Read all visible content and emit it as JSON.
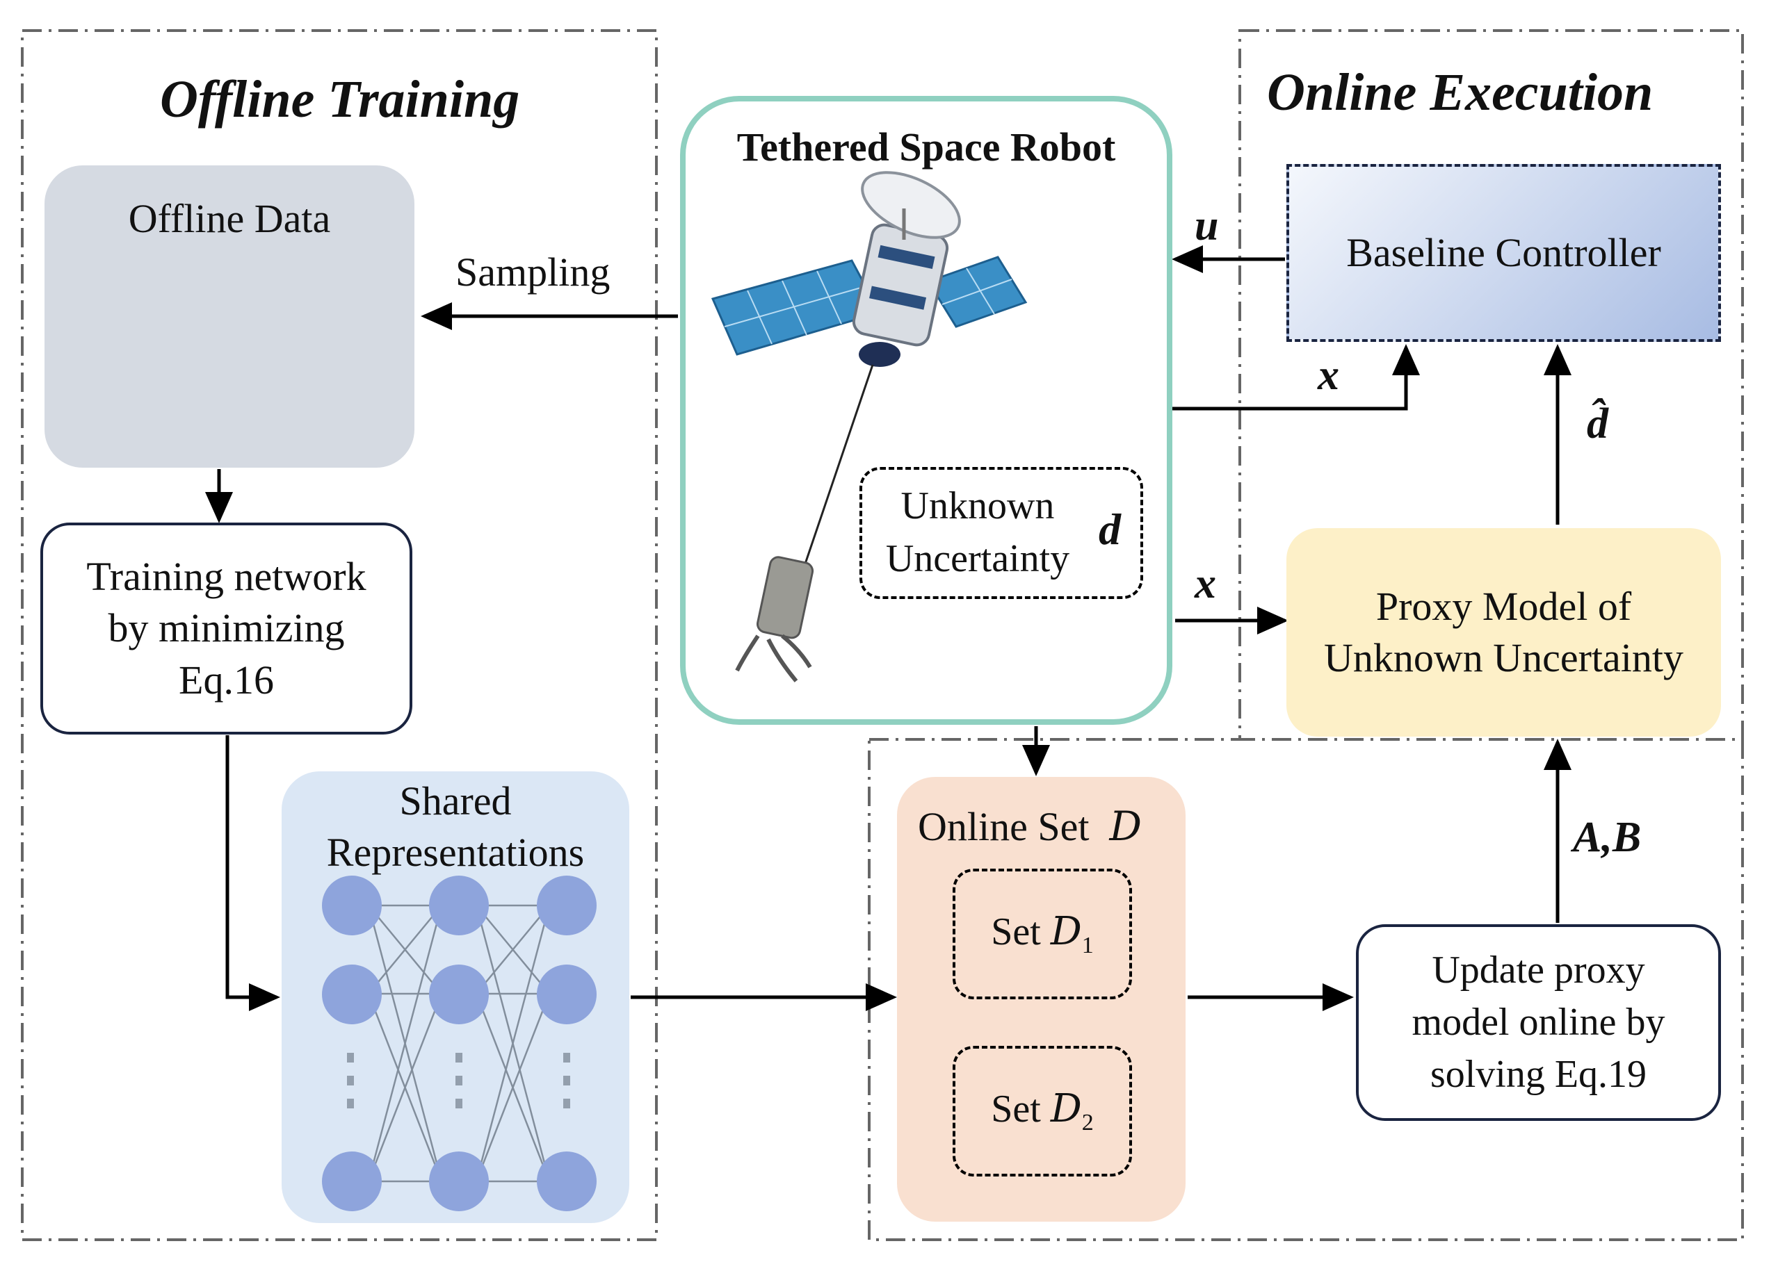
{
  "sections": {
    "offline_title": "Offline Training",
    "online_title": "Online Execution"
  },
  "robot": {
    "title": "Tethered Space Robot",
    "uncertainty_line1": "Unknown",
    "uncertainty_line2": "Uncertainty",
    "uncertainty_symbol": "d"
  },
  "offline": {
    "data_label": "Offline Data",
    "sampling_label": "Sampling",
    "training_line1": "Training network",
    "training_line2": "by minimizing",
    "training_line3": "Eq.16",
    "shared_line1": "Shared",
    "shared_line2": "Representations"
  },
  "online": {
    "baseline_label": "Baseline Controller",
    "proxy_line1": "Proxy Model of",
    "proxy_line2": "Unknown Uncertainty",
    "update_line1": "Update proxy",
    "update_line2": "model online by",
    "update_line3": "solving Eq.19",
    "online_set_label": "Online Set",
    "online_set_symbol": "D",
    "set1_label": "Set",
    "set1_symbol": "D",
    "set1_sub": "1",
    "set2_label": "Set",
    "set2_symbol": "D",
    "set2_sub": "2"
  },
  "signals": {
    "u": "u",
    "x_top": "x",
    "x_mid": "x",
    "d_hat": "d̂",
    "ab": "A,B"
  },
  "colors": {
    "robot_border": "#8fd0c0",
    "offline_data_bg": "#d5dae2",
    "shared_bg": "#dce8f5",
    "neuron": "#8ea4dc",
    "online_set_bg": "#f9e0d0",
    "proxy_bg": "#fdf0c8",
    "baseline_top": "#f0f4fb",
    "baseline_bottom": "#a9bde2",
    "border_dark": "#1a2440"
  }
}
